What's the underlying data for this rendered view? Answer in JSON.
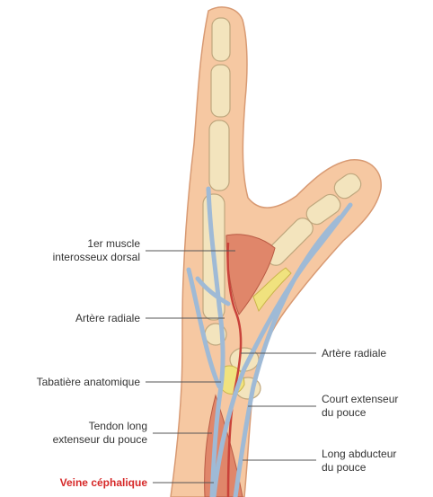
{
  "colors": {
    "skin": "#f6c8a2",
    "skin_outline": "#d89a73",
    "bone": "#f3e4bd",
    "bone_outline": "#bfa77e",
    "vein": "#9fbad6",
    "artery": "#c9423a",
    "muscle": "#e0866a",
    "tendon": "#f0e27e",
    "leader_line": "#555555",
    "highlight_label": "#d62828"
  },
  "labels": {
    "first_dorsal_interosseous": "1er muscle\ninterosseux dorsal",
    "radial_artery_left": "Artère radiale",
    "anatomical_snuffbox": "Tabatière anatomique",
    "extensor_pollicis_longus_tendon": "Tendon long\nextenseur du pouce",
    "cephalic_vein": "Veine céphalique",
    "radial_artery_right": "Artère radiale",
    "extensor_pollicis_brevis": "Court extenseur\ndu pouce",
    "abductor_pollicis_longus": "Long abducteur\ndu pouce"
  }
}
